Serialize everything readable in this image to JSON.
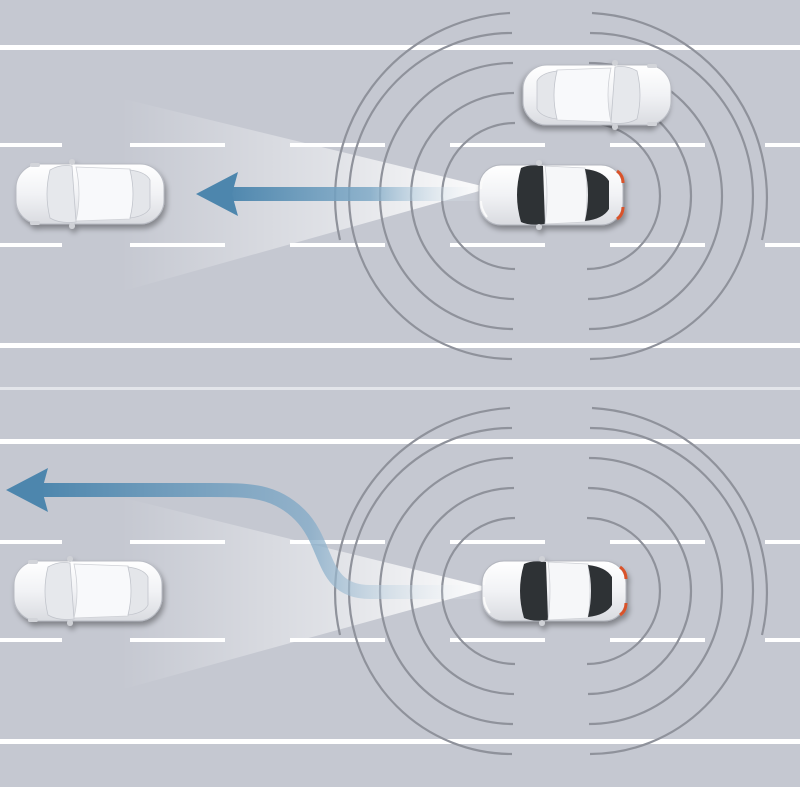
{
  "colors": {
    "road": "#c5c8d1",
    "lane_marking": "#ffffff",
    "divider": "#e3e5ea",
    "sensor_rings": "#8f929b",
    "arrow": "#4d86ad",
    "car_body": "#f4f5f7",
    "car_glass": "#2f3136",
    "tail_light": "#d9532c"
  },
  "scenes": [
    {
      "name": "adaptive-cruise-follow",
      "maneuver": "straight",
      "lead_vehicle_same_lane": true,
      "adjacent_lane_vehicle": true
    },
    {
      "name": "lane-change-overtake",
      "maneuver": "lane-change-left",
      "lead_vehicle_same_lane": true,
      "adjacent_lane_vehicle": false
    }
  ]
}
